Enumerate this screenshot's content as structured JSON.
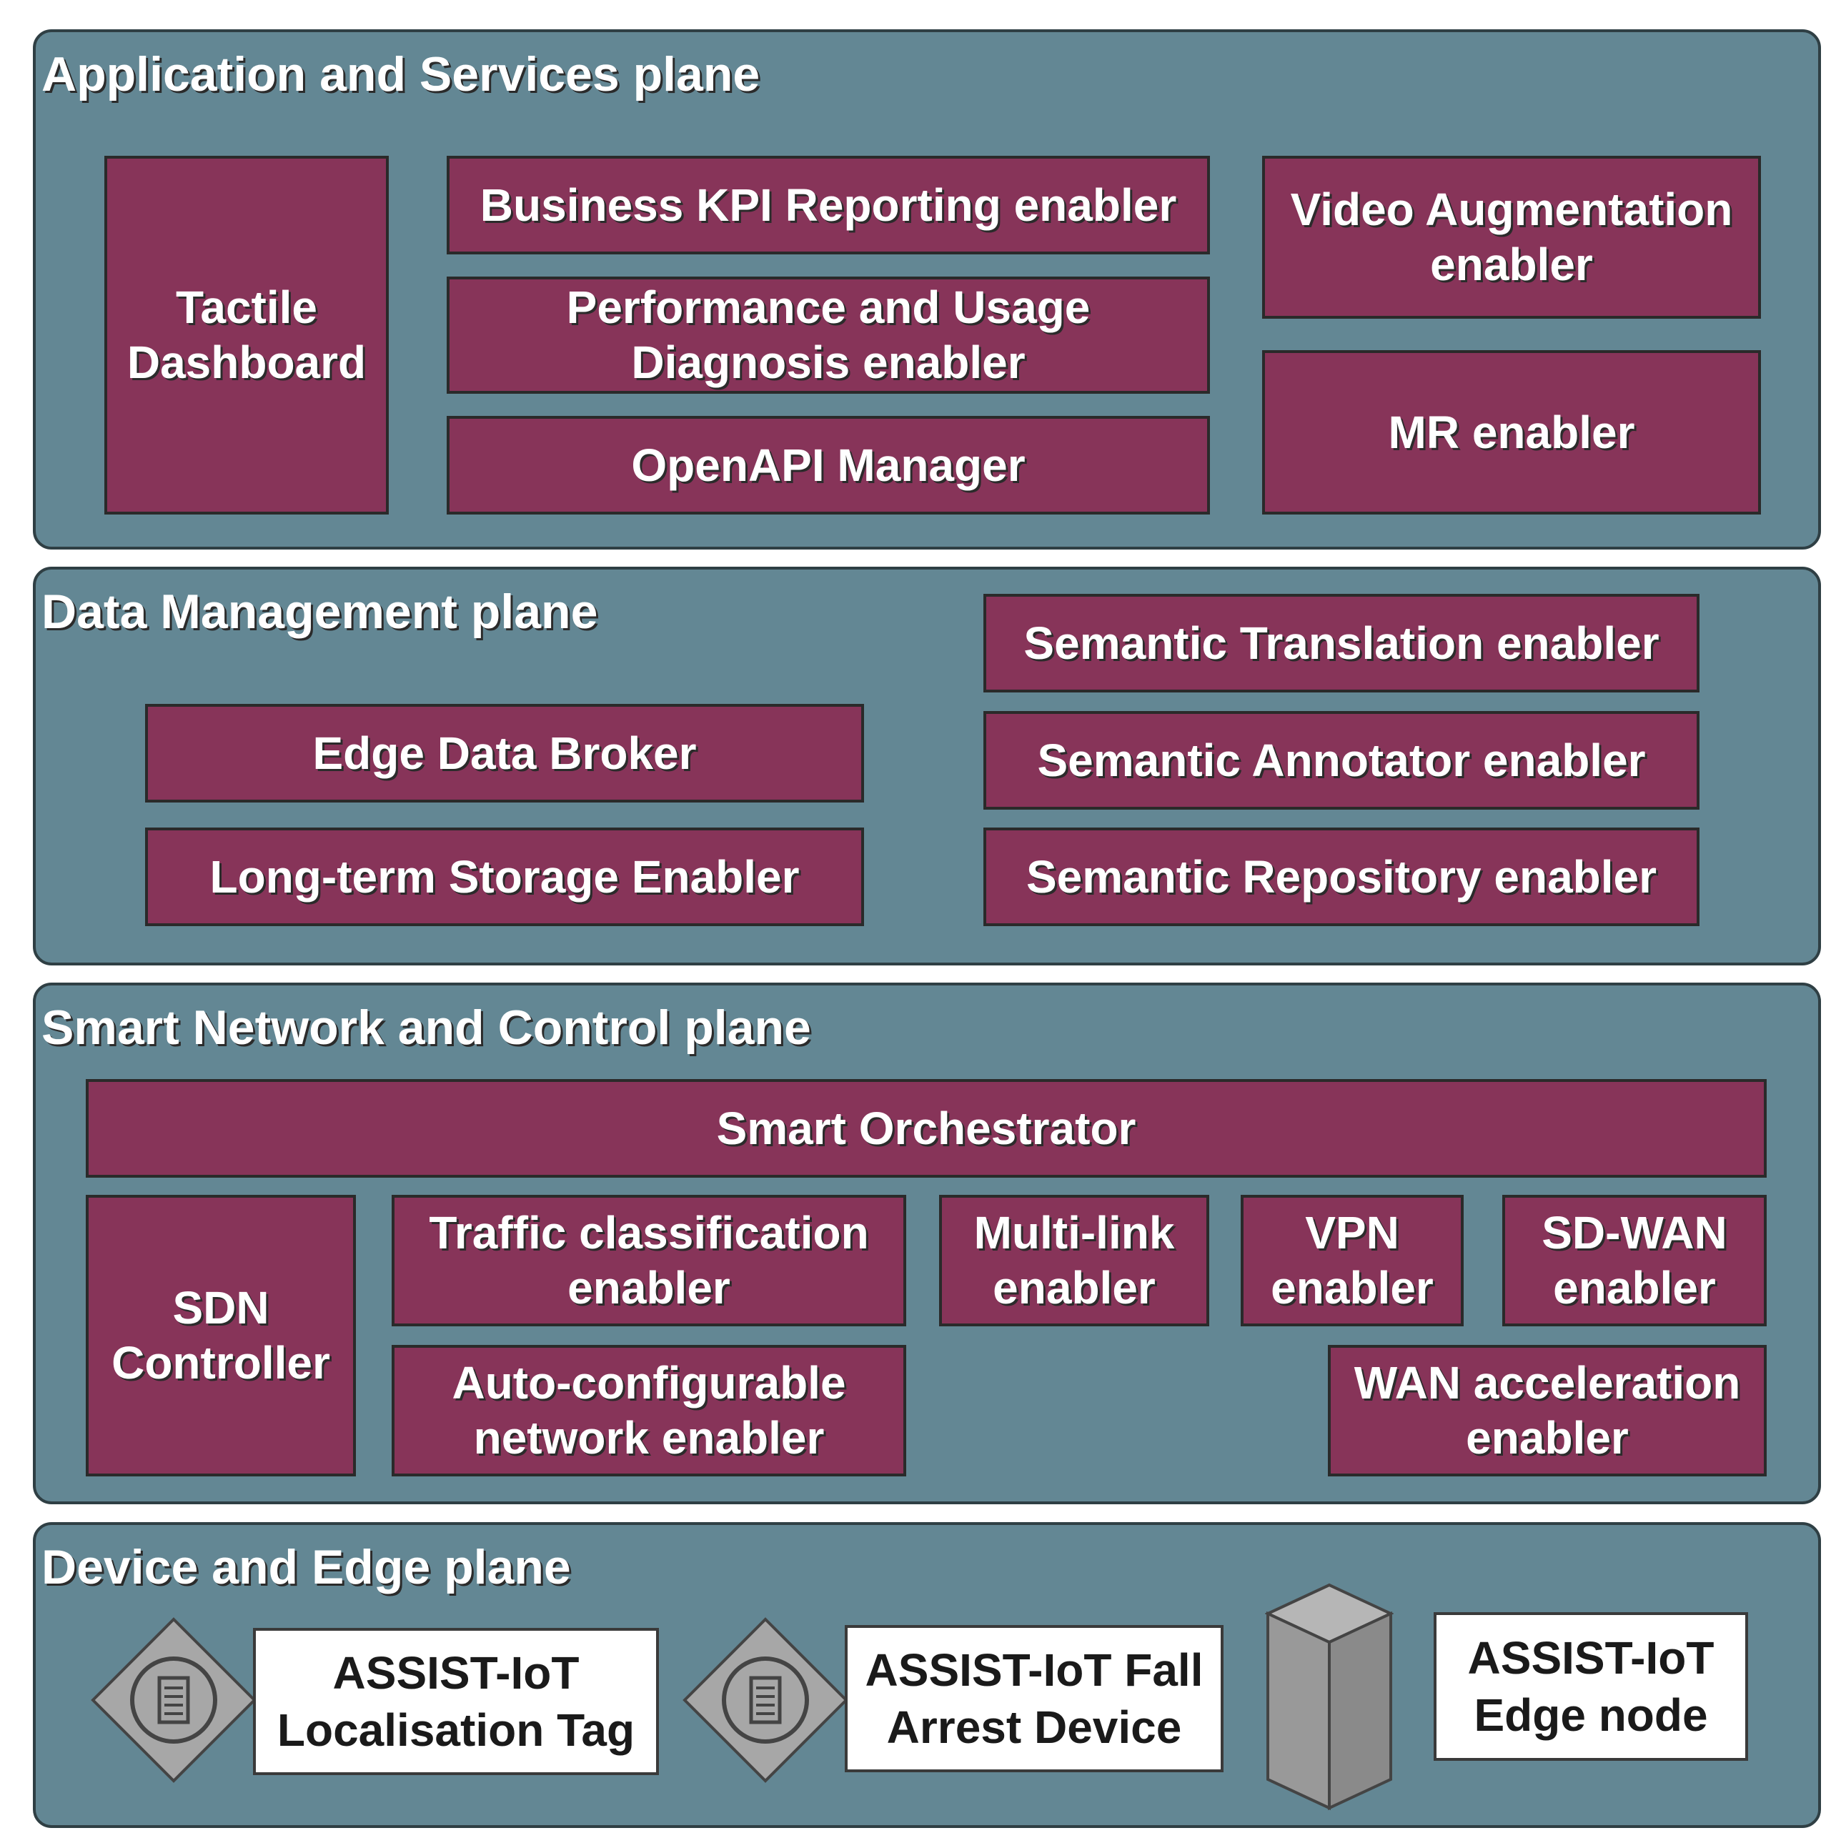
{
  "planes": {
    "application": {
      "title": "Application and Services plane",
      "tactile_dashboard": "Tactile\nDashboard",
      "business_kpi": "Business KPI Reporting enabler",
      "performance_usage": "Performance and Usage\nDiagnosis enabler",
      "openapi_manager": "OpenAPI Manager",
      "video_augmentation": "Video Augmentation\nenabler",
      "mr_enabler": "MR enabler"
    },
    "data_management": {
      "title": "Data Management plane",
      "edge_data_broker": "Edge Data Broker",
      "long_term_storage": "Long-term Storage Enabler",
      "semantic_translation": "Semantic Translation enabler",
      "semantic_annotator": "Semantic Annotator enabler",
      "semantic_repository": "Semantic Repository enabler"
    },
    "smart_network": {
      "title": "Smart Network and Control plane",
      "smart_orchestrator": "Smart Orchestrator",
      "sdn_controller": "SDN\nController",
      "traffic_classification": "Traffic classification\nenabler",
      "multi_link": "Multi-link\nenabler",
      "vpn": "VPN\nenabler",
      "sd_wan": "SD-WAN\nenabler",
      "auto_configurable": "Auto-configurable\nnetwork enabler",
      "wan_acceleration": "WAN acceleration\nenabler"
    },
    "device_edge": {
      "title": "Device and Edge plane",
      "localisation_tag": "ASSIST-IoT\nLocalisation Tag",
      "fall_arrest": "ASSIST-IoT Fall\nArrest Device",
      "edge_node": "ASSIST-IoT\nEdge node"
    }
  },
  "icons": {
    "device_1": "device-diamond-icon",
    "device_2": "device-diamond-icon",
    "edge_node": "server-box-icon"
  },
  "colors": {
    "plane_background": "#638794",
    "enabler_box": "#873459",
    "device_box": "#ffffff",
    "icon_fill": "#a7a7a7"
  }
}
